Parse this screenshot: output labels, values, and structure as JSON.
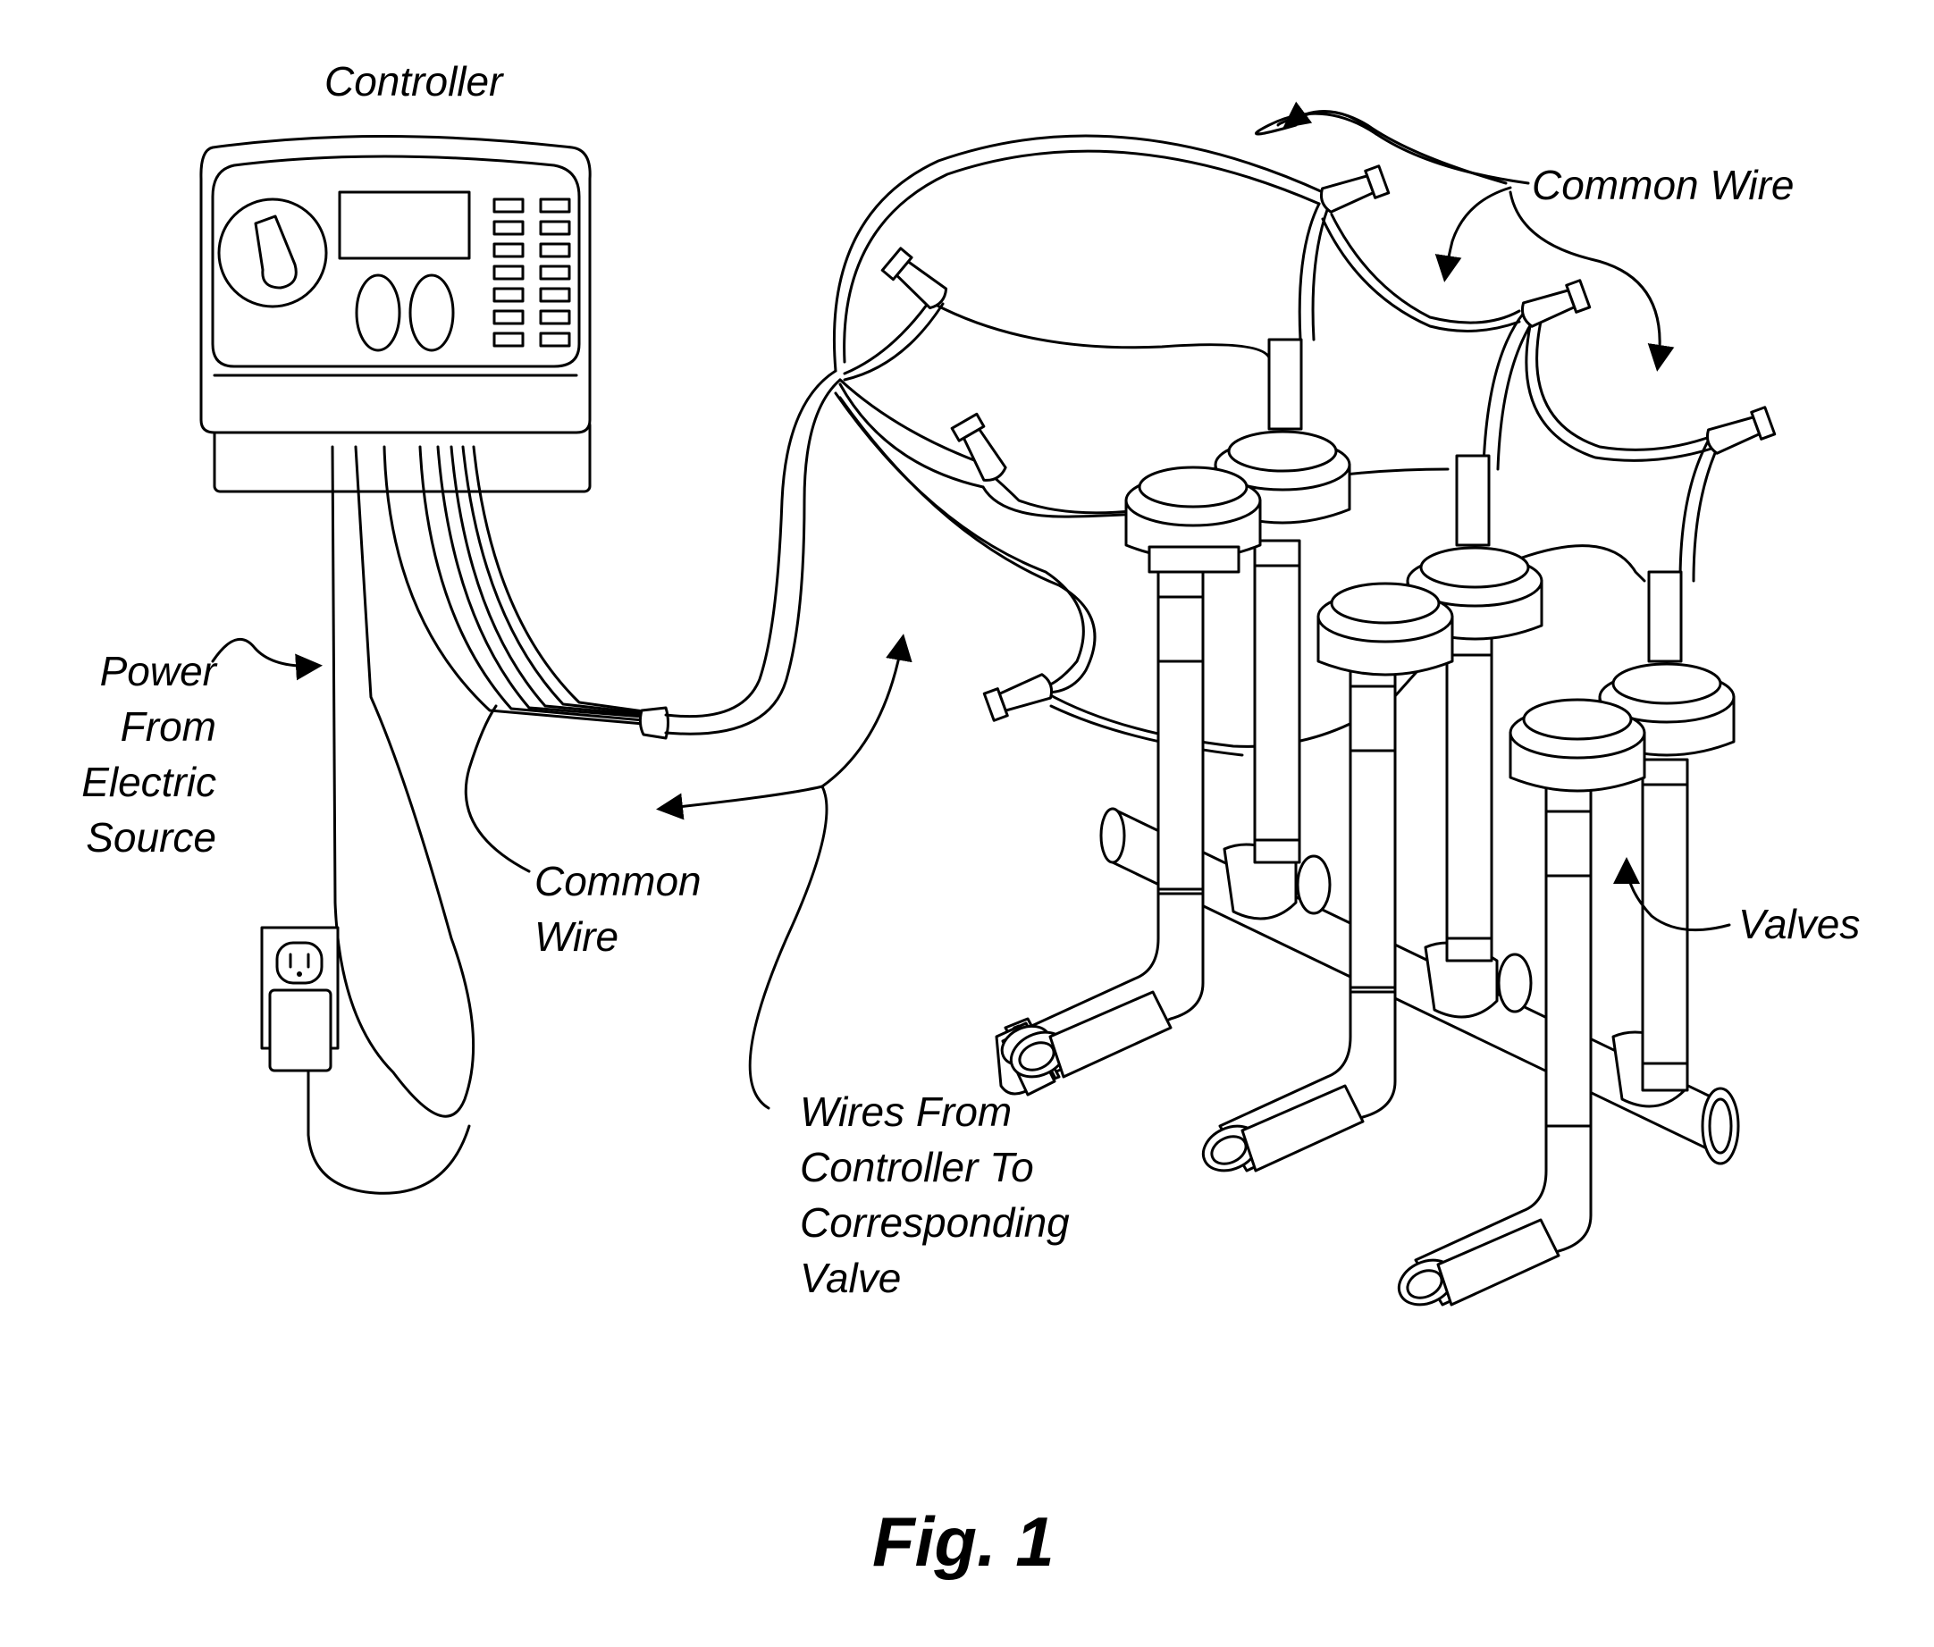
{
  "labels": {
    "controller": "Controller",
    "power": [
      "Power",
      "From",
      "Electric",
      "Source"
    ],
    "common_wire_lower": [
      "Common",
      "Wire"
    ],
    "common_wire_upper": "Common Wire",
    "wires_from_controller": [
      "Wires From",
      "Controller To",
      "Corresponding",
      "Valve"
    ],
    "valves": "Valves"
  },
  "caption": "Fig. 1"
}
